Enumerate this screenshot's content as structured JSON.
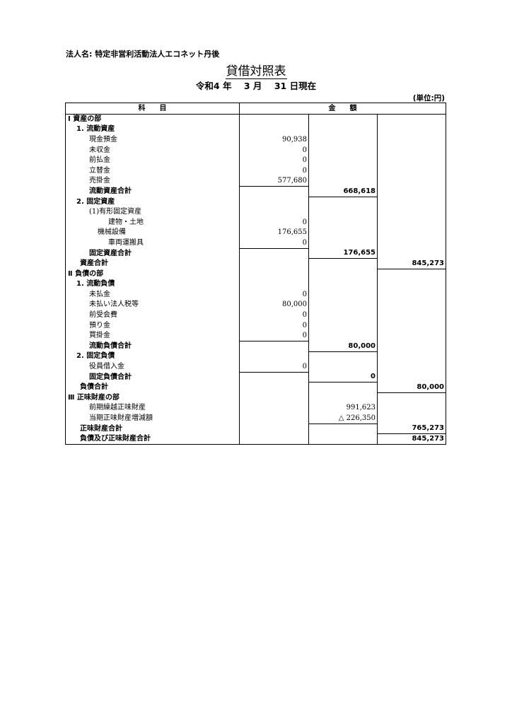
{
  "header": {
    "org": "法人名:  特定非営利活動法人エコネット丹後",
    "title": "貸借対照表",
    "date": "令和4 年    3 月    31 日現在",
    "unit": "(単位:円)"
  },
  "table": {
    "head_item": "科　　目",
    "head_amount": "金　　額",
    "rows": [
      {
        "label": "Ⅰ 資産の部",
        "indent": 0,
        "bold": true,
        "c1": "",
        "c2": "",
        "c3": ""
      },
      {
        "label": "1. 流動資産",
        "indent": 1,
        "bold": true,
        "c1": "",
        "c2": "",
        "c3": ""
      },
      {
        "label": "現金預金",
        "indent": 2,
        "bold": false,
        "c1": "90,938",
        "c2": "",
        "c3": ""
      },
      {
        "label": "未収金",
        "indent": 2,
        "bold": false,
        "c1": "0",
        "c2": "",
        "c3": ""
      },
      {
        "label": "前払金",
        "indent": 2,
        "bold": false,
        "c1": "0",
        "c2": "",
        "c3": ""
      },
      {
        "label": "立替金",
        "indent": 2,
        "bold": false,
        "c1": "0",
        "c2": "",
        "c3": ""
      },
      {
        "label": "売掛金",
        "indent": 2,
        "bold": false,
        "c1": "577,680",
        "c2": "",
        "c3": "",
        "c1_bb": true
      },
      {
        "label": "流動資産合計",
        "indent": 2,
        "bold": true,
        "c1": "",
        "c2": "668,618",
        "c3": "",
        "c2_bb": true
      },
      {
        "label": "2. 固定資産",
        "indent": 1,
        "bold": true,
        "c1": "",
        "c2": "",
        "c3": ""
      },
      {
        "label": "(1)有形固定資産",
        "indent": 2,
        "bold": false,
        "c1": "",
        "c2": "",
        "c3": ""
      },
      {
        "label": "建物・土地",
        "indent": 4,
        "bold": false,
        "c1": "0",
        "c2": "",
        "c3": ""
      },
      {
        "label": "機械設備",
        "indent": 3,
        "bold": false,
        "c1": "176,655",
        "c2": "",
        "c3": ""
      },
      {
        "label": "車両運搬具",
        "indent": 4,
        "bold": false,
        "c1": "0",
        "c2": "",
        "c3": "",
        "c1_bb": true
      },
      {
        "label": "固定資産合計",
        "indent": 2,
        "bold": true,
        "c1": "",
        "c2": "176,655",
        "c3": "",
        "c2_bb": true
      },
      {
        "label": "資産合計",
        "indent": 5,
        "bold": true,
        "c1": "",
        "c2": "",
        "c3": "845,273",
        "c3_bb": true
      },
      {
        "label": "Ⅱ 負債の部",
        "indent": 0,
        "bold": true,
        "c1": "",
        "c2": "",
        "c3": ""
      },
      {
        "label": "1. 流動負債",
        "indent": 1,
        "bold": true,
        "c1": "",
        "c2": "",
        "c3": ""
      },
      {
        "label": "未払金",
        "indent": 2,
        "bold": false,
        "c1": "0",
        "c2": "",
        "c3": ""
      },
      {
        "label": "未払い法人税等",
        "indent": 2,
        "bold": false,
        "c1": "80,000",
        "c2": "",
        "c3": ""
      },
      {
        "label": "前受会費",
        "indent": 2,
        "bold": false,
        "c1": "0",
        "c2": "",
        "c3": ""
      },
      {
        "label": "預り金",
        "indent": 2,
        "bold": false,
        "c1": "0",
        "c2": "",
        "c3": ""
      },
      {
        "label": "買掛金",
        "indent": 2,
        "bold": false,
        "c1": "0",
        "c2": "",
        "c3": "",
        "c1_bb": true
      },
      {
        "label": "流動負債合計",
        "indent": 2,
        "bold": true,
        "c1": "",
        "c2": "80,000",
        "c3": "",
        "c2_bb": true
      },
      {
        "label": "2. 固定負債",
        "indent": 1,
        "bold": true,
        "c1": "",
        "c2": "",
        "c3": ""
      },
      {
        "label": "役員借入金",
        "indent": 2,
        "bold": false,
        "c1": "0",
        "c2": "",
        "c3": "",
        "c1_bb": true
      },
      {
        "label": "固定負債合計",
        "indent": 2,
        "bold": true,
        "c1": "",
        "c2": "0",
        "c3": "",
        "c2_bb": true
      },
      {
        "label": "負債合計",
        "indent": 5,
        "bold": true,
        "c1": "",
        "c2": "",
        "c3": "80,000",
        "c3_bb": true
      },
      {
        "label": "Ⅲ 正味財産の部",
        "indent": 0,
        "bold": true,
        "c1": "",
        "c2": "",
        "c3": ""
      },
      {
        "label": "前期繰越正味財産",
        "indent": 2,
        "bold": false,
        "c1": "",
        "c2": "991,623",
        "c3": ""
      },
      {
        "label": "当期正味財産増減額",
        "indent": 2,
        "bold": false,
        "c1": "",
        "c2": "△ 226,350",
        "c3": "",
        "c2_bb": true
      },
      {
        "label": "正味財産合計",
        "indent": 5,
        "bold": true,
        "c1": "",
        "c2": "",
        "c3": "765,273",
        "c3_bb": true
      },
      {
        "label": "負債及び正味財産合計",
        "indent": 5,
        "bold": true,
        "c1": "",
        "c2": "",
        "c3": "845,273",
        "c3_dbl": true
      }
    ]
  }
}
